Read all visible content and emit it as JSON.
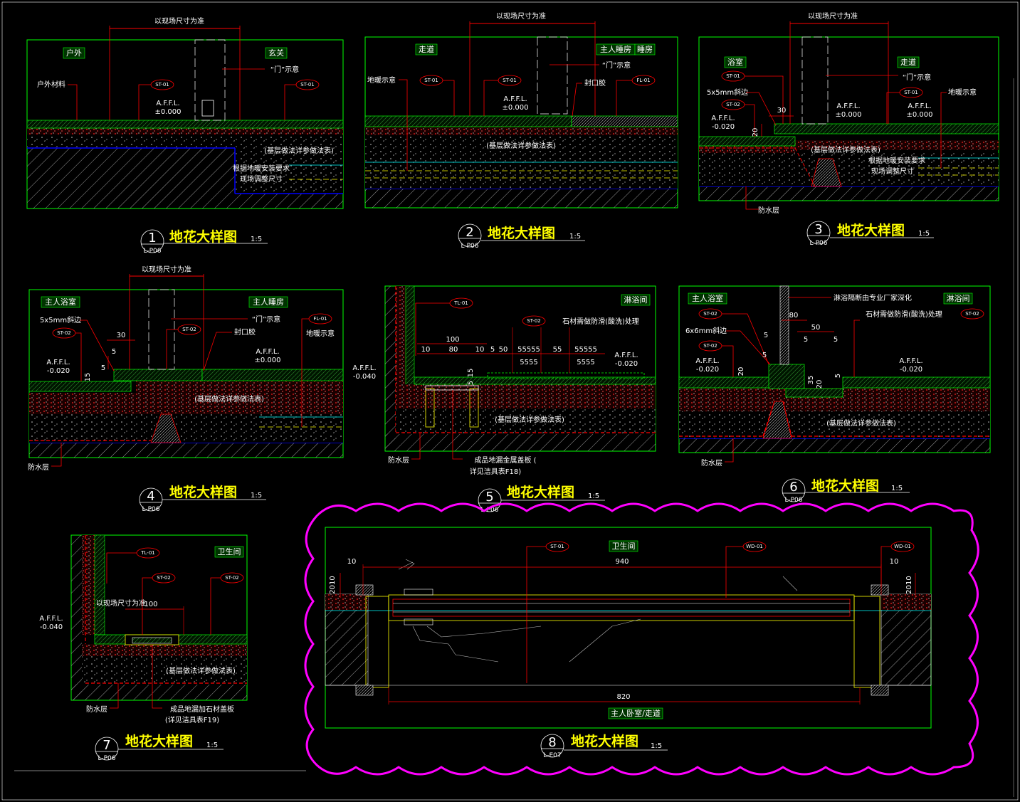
{
  "colors": {
    "background": "#000000",
    "frame": "#00ff00",
    "leader": "#ff0000",
    "text": "#ffffff",
    "title": "#ffff00",
    "blue": "#0000ff",
    "cyan": "#00ffff",
    "magenta": "#ff00ff",
    "yellow_hatch": "#ffff00",
    "hatch": "#a0a0a0"
  },
  "details": [
    {
      "id": "1",
      "number": "1",
      "title": "地花大样图",
      "scale": "1:5",
      "sheet": "L-P06",
      "notes": {
        "top_dim": "以现场尺寸为准",
        "room_left": "户外",
        "room_right": "玄关",
        "door": "“门”示意",
        "material_left": "户外材料",
        "tag1": "ST-01",
        "tag2": "ST-01",
        "afl": "A.F.F.L.",
        "afl_val": "±0.000",
        "base": "(基层做法详参做法表)",
        "adjust1": "根据地暖安装要求",
        "adjust2": "现场调整尺寸"
      }
    },
    {
      "id": "2",
      "number": "2",
      "title": "地花大样图",
      "scale": "1:5",
      "sheet": "L-P06",
      "notes": {
        "top_dim": "以现场尺寸为准",
        "room_left": "走道",
        "room_right": "主人睡房",
        "room_right2": "睡房",
        "door": "“门”示意",
        "heating": "地暖示意",
        "tag1": "ST-01",
        "tag2": "ST-01",
        "tag3": "FL-01",
        "sealant": "封口胶",
        "afl": "A.F.F.L.",
        "afl_val": "±0.000",
        "base": "(基层做法详参做法表)"
      }
    },
    {
      "id": "3",
      "number": "3",
      "title": "地花大样图",
      "scale": "1:5",
      "sheet": "L-P06",
      "notes": {
        "top_dim": "以现场尺寸为准",
        "room_left": "浴室",
        "room_right": "走道",
        "door": "“门”示意",
        "heating": "地暖示意",
        "bevel": "5x5mm斜边",
        "tag1": "ST-01",
        "tag2": "ST-02",
        "tag3": "ST-01",
        "dim30": "30",
        "dim20": "20",
        "afl_left": "A.F.F.L.",
        "afl_left_val": "-0.020",
        "afl_mid": "A.F.F.L.",
        "afl_mid_val": "±0.000",
        "afl_right": "A.F.F.L.",
        "afl_right_val": "±0.000",
        "base": "(基层做法详参做法表)",
        "adjust1": "根据地暖安装要求",
        "adjust2": "现场调整尺寸",
        "waterproof": "防水层"
      }
    },
    {
      "id": "4",
      "number": "4",
      "title": "地花大样图",
      "scale": "1:5",
      "sheet": "L-P06",
      "notes": {
        "top_dim": "以现场尺寸为准",
        "room_left": "主人浴室",
        "room_right": "主人睡房",
        "door": "“门”示意",
        "heating": "地暖示意",
        "bevel": "5x5mm斜边",
        "sealant": "封口胶",
        "tag1": "ST-02",
        "tag2": "ST-02",
        "tag3": "FL-01",
        "dim30": "30",
        "dim5a": "5",
        "dim5b": "5",
        "dim15": "15",
        "afl_left": "A.F.F.L.",
        "afl_left_val": "-0.020",
        "afl_right": "A.F.F.L.",
        "afl_right_val": "±0.000",
        "base": "(基层做法详参做法表)",
        "waterproof": "防水层"
      }
    },
    {
      "id": "5",
      "number": "5",
      "title": "地花大样图",
      "scale": "1:5",
      "sheet": "L-P06",
      "notes": {
        "room": "淋浴间",
        "tag1": "TL-01",
        "tag2": "ST-02",
        "treat": "石材需做防滑(酸洗)处理",
        "dim100": "100",
        "dim10a": "10",
        "dim80": "80",
        "dim10b": "10",
        "dim5": "5",
        "dim50": "50",
        "dim55a": "55555",
        "dim55": "55",
        "dim55b": "55555",
        "dim5555a": "5555",
        "dim5555b": "5555",
        "dim15": "15",
        "dim5c": "5",
        "afl_left": "A.F.F.L.",
        "afl_left_val": "-0.040",
        "afl_right": "A.F.F.L.",
        "afl_right_val": "-0.020",
        "base": "(基层做法详参做法表)",
        "waterproof": "防水层",
        "drain1": "成品地漏金属盖板  (",
        "drain2": "详见洁具表F18)"
      }
    },
    {
      "id": "6",
      "number": "6",
      "title": "地花大样图",
      "scale": "1:5",
      "sheet": "L-P06",
      "notes": {
        "room_left": "主人浴室",
        "room_right": "淋浴间",
        "partition": "淋浴隔断由专业厂家深化",
        "treat": "石材需做防滑(酸洗)处理",
        "bevel": "6x6mm斜边",
        "tag1": "ST-02",
        "tag2": "ST-02",
        "tag3": "ST-02",
        "dim80": "80",
        "dim50": "50",
        "dim5a": "5",
        "dim5b": "5",
        "dim5c": "5",
        "dim5d": "5",
        "dim20a": "20",
        "dim35": "35",
        "dim20b": "20",
        "dim5e": "5",
        "afl_left": "A.F.F.L.",
        "afl_left_val": "-0.020",
        "afl_right": "A.F.F.L.",
        "afl_right_val": "-0.020",
        "base": "(基层做法详参做法表)",
        "waterproof": "防水层"
      }
    },
    {
      "id": "7",
      "number": "7",
      "title": "地花大样图",
      "scale": "1:5",
      "sheet": "L-P06",
      "notes": {
        "room": "卫生间",
        "tag1": "TL-01",
        "tag2": "ST-02",
        "tag3": "ST-02",
        "top_dim": "以现场尺寸为准",
        "dim100": "100",
        "afl": "A.F.F.L.",
        "afl_val": "-0.040",
        "base": "(基层做法详参做法表)",
        "waterproof": "防水层",
        "drain1": "成品地漏加石材盖板",
        "drain2": "(详见洁具表F19)"
      }
    },
    {
      "id": "8",
      "number": "8",
      "title": "地花大样图",
      "scale": "1:5",
      "sheet": "L-E07",
      "notes": {
        "room_top": "卫生间",
        "room_bottom": "主人卧室/走道",
        "tag1": "ST-01",
        "tag2": "WD-01",
        "tag3": "WD-01",
        "dim940": "940",
        "dim820": "820",
        "dim10a": "10",
        "dim10b": "10",
        "dim2010a": "2010",
        "dim2010b": "2010"
      }
    }
  ]
}
